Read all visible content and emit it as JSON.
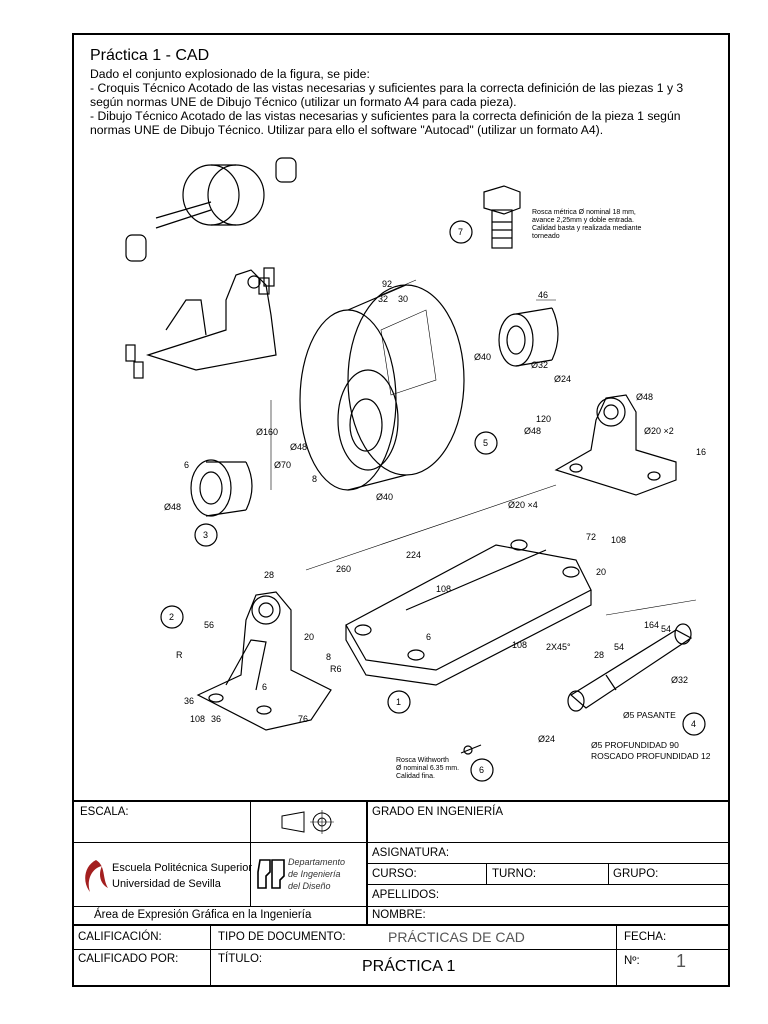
{
  "header": {
    "title": "Práctica 1 - CAD",
    "lines": [
      "Dado el conjunto explosionado de la figura, se pide:",
      "- Croquis Técnico Acotado de las vistas necesarias y suficientes para la correcta definición de las piezas 1 y 3",
      "según normas UNE de Dibujo Técnico (utilizar un formato A4 para cada pieza).",
      "- Dibujo Técnico Acotado de las vistas necesarias y suficientes para la correcta definición de la pieza 1 según",
      "normas UNE de Dibujo Técnico. Utilizar para ello el software \"Autocad\" (utilizar un formato A4)."
    ]
  },
  "drawing": {
    "part_numbers": [
      "1",
      "2",
      "3",
      "4",
      "5",
      "6",
      "7"
    ],
    "notes": {
      "bolt_note": [
        "Rosca métrica Ø nominal 18 mm,",
        "avance 2,25mm y doble entrada.",
        "Calidad basta y realizada mediante",
        "torneado"
      ],
      "screw_note": [
        "Rosca Withworth",
        "Ø nominal 6.35 mm.",
        "Calidad fina."
      ],
      "shaft_note_1": "Ø5 PASANTE",
      "shaft_note_2": "Ø5 PROFUNDIDAD 90",
      "shaft_note_3": "ROSCADO PROFUNDIDAD 12"
    },
    "dims": {
      "d92": "92",
      "d32": "32",
      "d30": "30",
      "d46": "46",
      "d40a": "Ø40",
      "d32a": "Ø32",
      "d160": "Ø160",
      "d70": "Ø70",
      "d48a": "Ø48",
      "d8": "8",
      "d40b": "Ø40",
      "d6": "6",
      "d48b": "Ø48",
      "d24": "Ø24",
      "d48c": "Ø48",
      "d120": "120",
      "d48d": "Ø48",
      "d20x2": "Ø20 ×2",
      "d16": "16",
      "d20x4": "Ø20 ×4",
      "d72": "72",
      "d108": "108",
      "d260": "260",
      "d224": "224",
      "d108b": "108",
      "d20": "20",
      "d6b": "6",
      "d108c": "108",
      "d28": "28",
      "d56": "56",
      "d20b": "20",
      "dR": "R",
      "d8b": "8",
      "dR6": "R6",
      "d36": "36",
      "d108d": "108",
      "d36b": "36",
      "d76": "76",
      "d6c": "6",
      "d164": "164",
      "d54": "54",
      "d54b": "54",
      "d28b": "28",
      "d2x45": "2X45°",
      "d32b": "Ø32",
      "d24b": "Ø24"
    }
  },
  "title_block": {
    "escala_label": "ESCALA:",
    "grado": "GRADO EN INGENIERÍA",
    "asignatura": "ASIGNATURA:",
    "curso": "CURSO:",
    "turno": "TURNO:",
    "grupo": "GRUPO:",
    "apellidos": "APELLIDOS:",
    "nombre": "NOMBRE:",
    "school_line1": "Escuela Politécnica Superior",
    "school_line2": "Universidad de Sevilla",
    "dept_line1": "Departamento",
    "dept_line2": "de Ingeniería",
    "dept_line3": "del Diseño",
    "area": "Área de Expresión Gráfica en la Ingeniería",
    "calificacion": "CALIFICACIÓN:",
    "tipo_doc_label": "TIPO DE DOCUMENTO:",
    "tipo_doc_value": "PRÁCTICAS DE CAD",
    "fecha": "FECHA:",
    "calificado_por": "CALIFICADO POR:",
    "titulo_label": "TÍTULO:",
    "titulo_value": "PRÁCTICA  1",
    "num_label": "Nº:",
    "num_value": "1"
  }
}
